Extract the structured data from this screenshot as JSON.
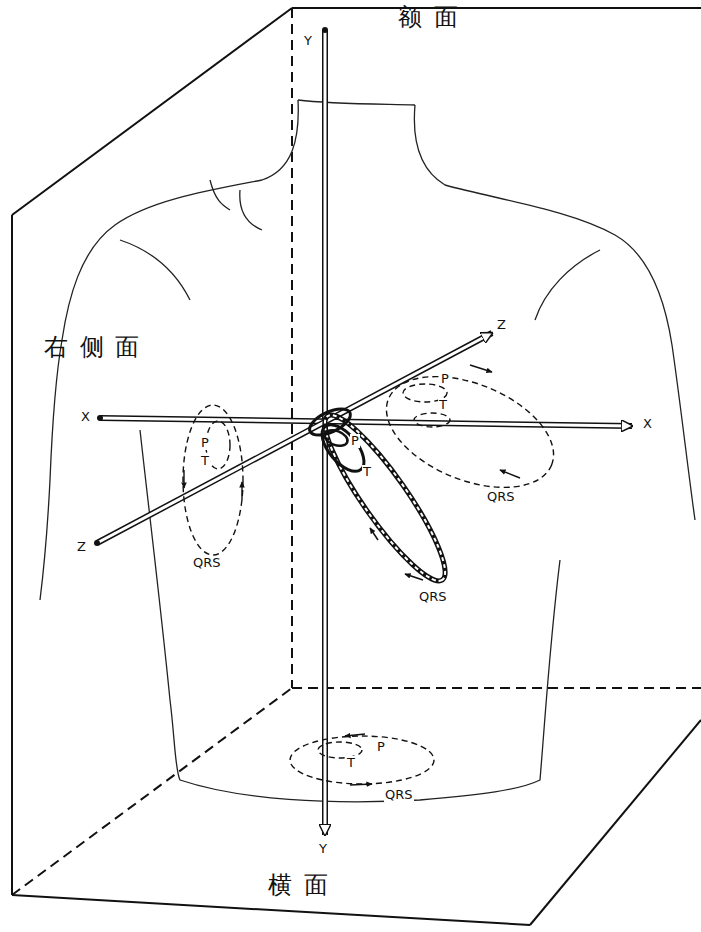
{
  "diagram": {
    "labels": [
      "额 面",
      "右 侧 面",
      "横 面",
      "Y",
      "Y",
      "X",
      "X",
      "Z",
      "Z",
      "P",
      "T",
      "QRS",
      "P",
      "T",
      "QRS",
      "P",
      "T",
      "QRS",
      "P",
      "T",
      "QRS"
    ]
  }
}
